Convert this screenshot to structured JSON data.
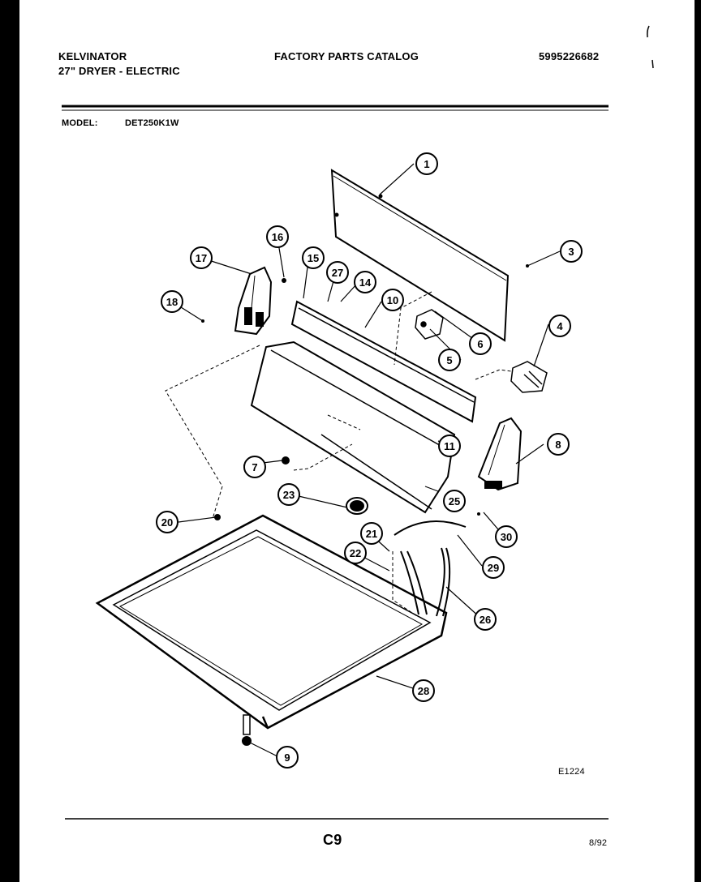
{
  "header": {
    "brand": "KELVINATOR",
    "product": "27\" DRYER - ELECTRIC",
    "catalog_title": "FACTORY PARTS CATALOG",
    "catalog_number": "5995226682",
    "model_label": "MODEL:",
    "model_value": "DET250K1W"
  },
  "footer": {
    "figure_code": "E1224",
    "page_code": "C9",
    "date": "8/92"
  },
  "callouts": [
    "1",
    "3",
    "4",
    "5",
    "6",
    "7",
    "8",
    "9",
    "10",
    "11",
    "14",
    "15",
    "16",
    "17",
    "18",
    "20",
    "21",
    "22",
    "23",
    "25",
    "26",
    "27",
    "28",
    "29",
    "30"
  ]
}
